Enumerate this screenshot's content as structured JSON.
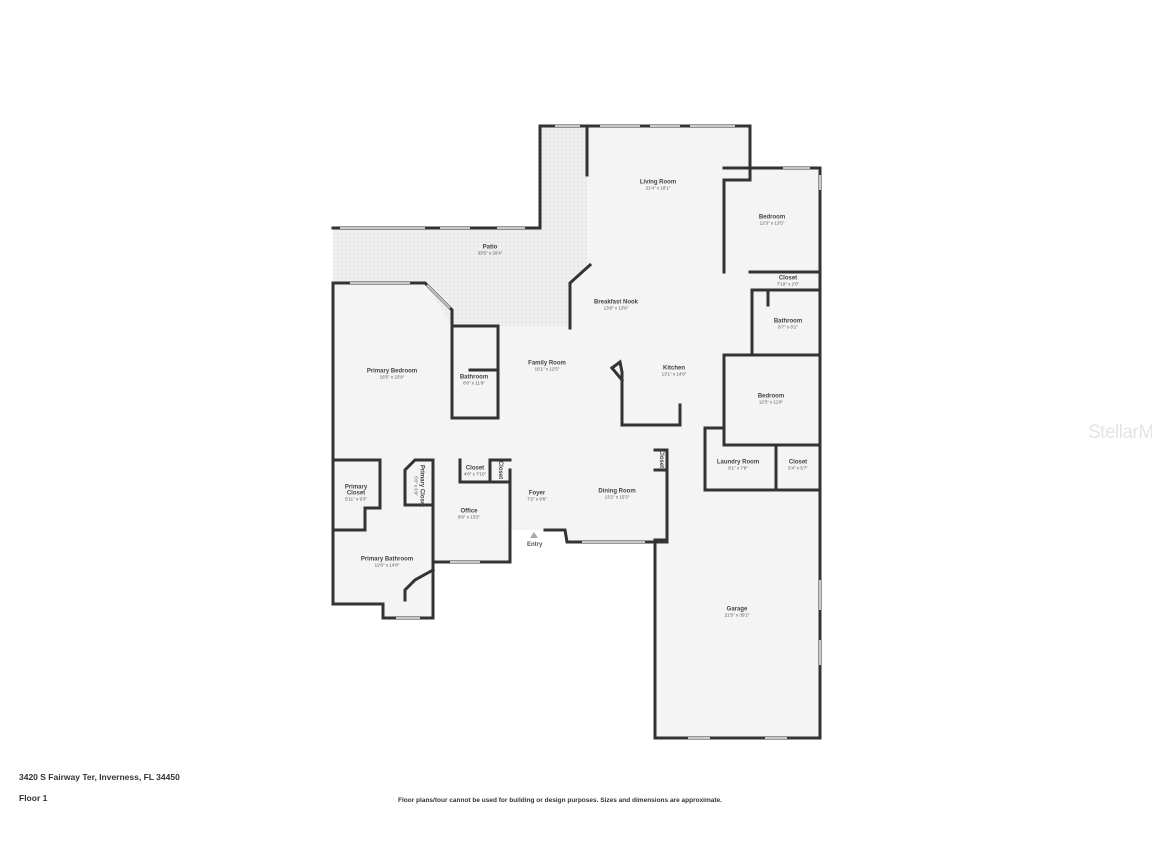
{
  "address": "3420 S Fairway Ter, Inverness, FL 34450",
  "floor": "Floor 1",
  "disclaimer": "Floor plans/tour cannot be used for building or design purposes. Sizes and dimensions are approximate.",
  "watermark": "StellarMLS",
  "entry": "Entry",
  "colors": {
    "wall": "#333333",
    "floor": "#f4f4f4",
    "patio": "#ebebeb",
    "window": "#c8c8c8"
  },
  "rooms": [
    {
      "name": "Living Room",
      "dims": "21'4\" x 18'1\""
    },
    {
      "name": "Bedroom",
      "dims": "12'3\" x 13'5\""
    },
    {
      "name": "Patio",
      "dims": "33'5\" x 20'4\""
    },
    {
      "name": "Closet",
      "dims": "7'10\" x 2'0\""
    },
    {
      "name": "Breakfast Nook",
      "dims": "13'8\" x 13'6\""
    },
    {
      "name": "Bathroom",
      "dims": "8'7\" x 8'1\""
    },
    {
      "name": "Primary Bedroom",
      "dims": "16'5\" x 23'9\""
    },
    {
      "name": "Bathroom",
      "dims": "8'0\" x 11'9\""
    },
    {
      "name": "Family Room",
      "dims": "16'1\" x 12'5\""
    },
    {
      "name": "Kitchen",
      "dims": "13'1\" x 14'8\""
    },
    {
      "name": "Bedroom",
      "dims": "12'3\" x 11'9\""
    },
    {
      "name": "Closet",
      "dims": "4'8\" x 7'10\""
    },
    {
      "name": "Closet",
      "dims": ""
    },
    {
      "name": "Closet",
      "dims": ""
    },
    {
      "name": "Laundry Room",
      "dims": "9'1\" x 7'8\""
    },
    {
      "name": "Closet",
      "dims": "5'4\" x 5'7\""
    },
    {
      "name": "Primary Closet",
      "dims": "5'11\" x 9'3\""
    },
    {
      "name": "Primary Closet",
      "dims": "5'0\" x 6'9\""
    },
    {
      "name": "Foyer",
      "dims": "7'2\" x 9'6\""
    },
    {
      "name": "Dining Room",
      "dims": "13'2\" x 15'3\""
    },
    {
      "name": "Office",
      "dims": "9'9\" x 13'2\""
    },
    {
      "name": "Primary Bathroom",
      "dims": "12'6\" x 14'8\""
    },
    {
      "name": "Garage",
      "dims": "21'5\" x 35'2\""
    }
  ]
}
